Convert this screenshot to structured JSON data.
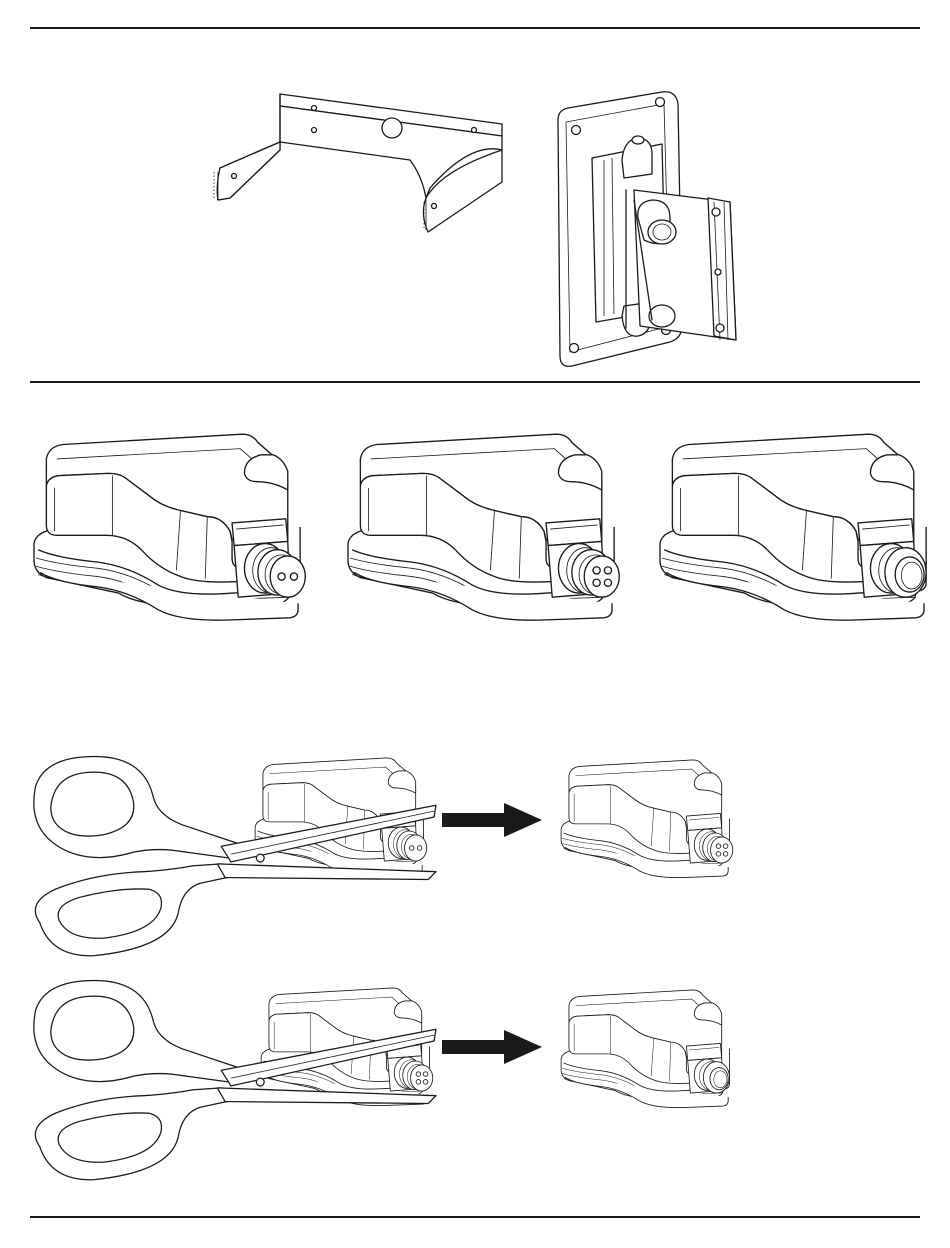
{
  "page": {
    "background": "#ffffff",
    "line_color": "#1a1a1a"
  },
  "sections": [
    {
      "name": "mounting-hardware",
      "items": [
        {
          "icon": "u-bracket-icon"
        },
        {
          "icon": "wall-swivel-mount-icon"
        }
      ]
    },
    {
      "name": "input-cover-variants",
      "items": [
        {
          "icon": "input-cover-2-pin-icon"
        },
        {
          "icon": "input-cover-4-pin-icon"
        },
        {
          "icon": "input-cover-open-gland-icon"
        }
      ]
    },
    {
      "name": "trim-instructions",
      "steps": [
        {
          "from_icon": "input-cover-2-pin-icon",
          "tool_icon": "scissors-icon",
          "arrow_icon": "arrow-right-icon",
          "to_icon": "input-cover-4-pin-icon"
        },
        {
          "from_icon": "input-cover-4-pin-icon",
          "tool_icon": "scissors-icon",
          "arrow_icon": "arrow-right-icon",
          "to_icon": "input-cover-open-gland-icon"
        }
      ]
    }
  ]
}
